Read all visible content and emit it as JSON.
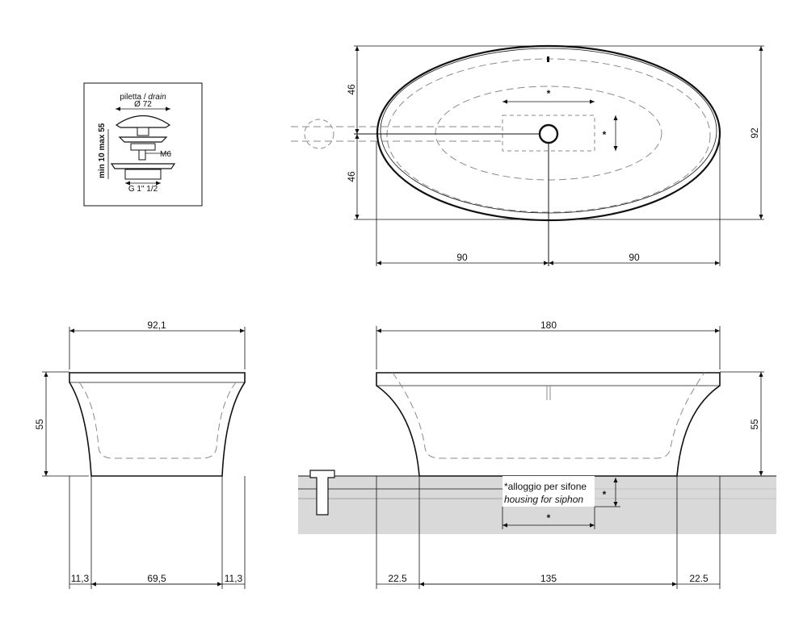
{
  "drain_detail": {
    "title_it": "piletta / ",
    "title_en": "drain",
    "diameter": "Ø 72",
    "bolt": "M6",
    "thread": "G 1\" 1/2",
    "height_range": "min 10 max 55"
  },
  "top_view": {
    "half_width_upper": "46",
    "half_width_lower": "46",
    "total_width": "92",
    "half_length_left": "90",
    "half_length_right": "90",
    "siphon_marker_h": "*",
    "siphon_marker_v": "*"
  },
  "side_view": {
    "top_width": "92,1",
    "height": "55",
    "foot_left": "11,3",
    "base_width": "69,5",
    "foot_right": "11,3"
  },
  "front_view": {
    "top_length": "180",
    "height": "55",
    "foot_left": "22.5",
    "base_length": "135",
    "foot_right": "22.5",
    "siphon_note_it": "*alloggio per sifone",
    "siphon_note_en": "housing for siphon",
    "siphon_marker_v": "*",
    "siphon_marker_h": "*"
  },
  "colors": {
    "line": "#111111",
    "dashed": "#8a8a8a",
    "floor": "#d9d9d9"
  }
}
